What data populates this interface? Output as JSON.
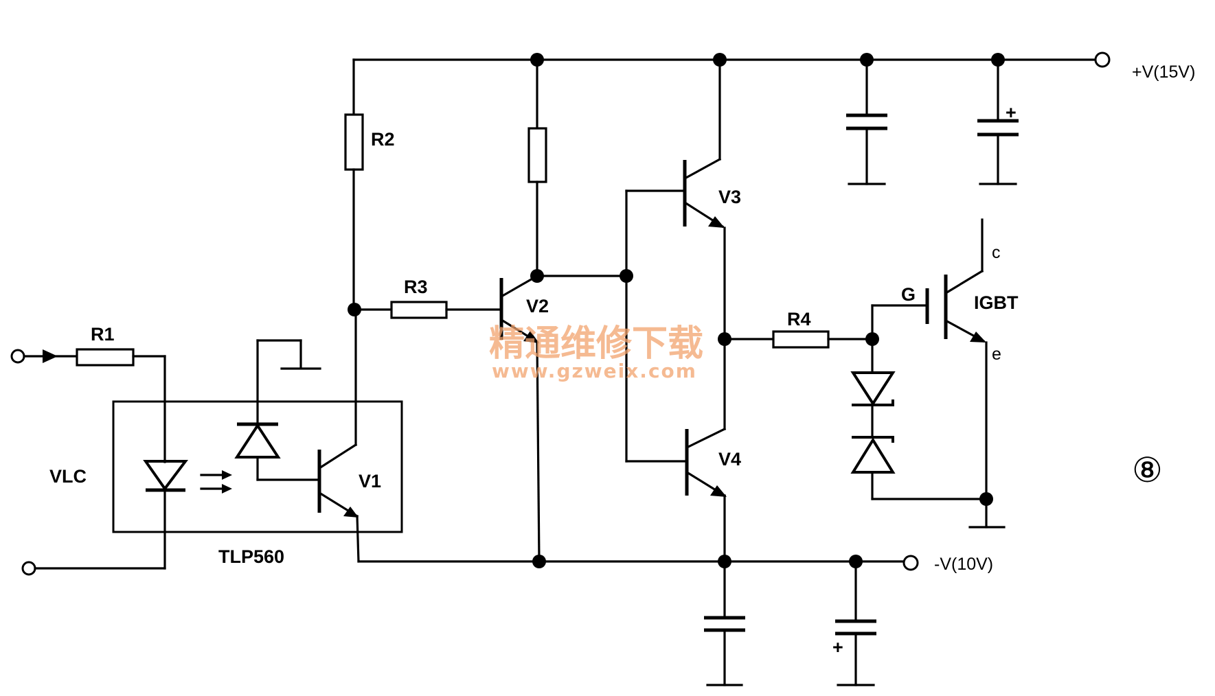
{
  "labels": {
    "r1": "R1",
    "r2": "R2",
    "r3": "R3",
    "r4": "R4",
    "v1": "V1",
    "v2": "V2",
    "v3": "V3",
    "v4": "V4",
    "vlc": "VLC",
    "tlp": "TLP560",
    "igbt": "IGBT",
    "gate": "G",
    "collector": "c",
    "emitter": "e",
    "vplus": "+V(15V)",
    "vminus": "-V(10V)",
    "cap_plus": "+",
    "figure_number": "⑧"
  },
  "watermark": {
    "text": "精通维修下载",
    "url": "www.gzweix.com"
  },
  "colors": {
    "ink": "#000000",
    "watermark": "#f2a36e",
    "background": "#ffffff"
  }
}
